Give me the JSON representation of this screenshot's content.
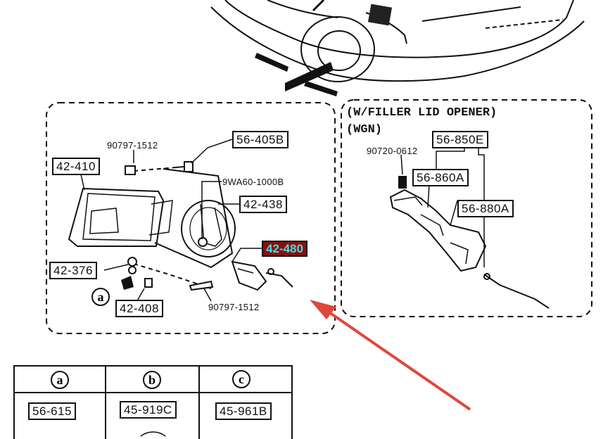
{
  "callouts": {
    "lid_assembly": "42-410",
    "bolt_top": "90797-1512",
    "clip_top": "56-405B",
    "screw_9wa": "9WA60-1000B",
    "part_438": "42-438",
    "lock_480": "42-480",
    "part_376": "42-376",
    "part_408": "42-408",
    "bolt_bottom": "90797-1512",
    "marker_a": "a"
  },
  "opener": {
    "header_line1": "(W/FILLER LID OPENER)",
    "header_line2": "(WGN)",
    "bolt": "90720-0612",
    "part_850e": "56-850E",
    "part_860a": "56-860A",
    "part_880a": "56-880A"
  },
  "table": {
    "headers": [
      "a",
      "b",
      "c"
    ],
    "parts": [
      "56-615",
      "45-919C",
      "45-961B"
    ]
  },
  "colors": {
    "highlight_bg": "#8b0d0d",
    "highlight_text": "#36e3e3",
    "arrow": "#e0473a"
  }
}
